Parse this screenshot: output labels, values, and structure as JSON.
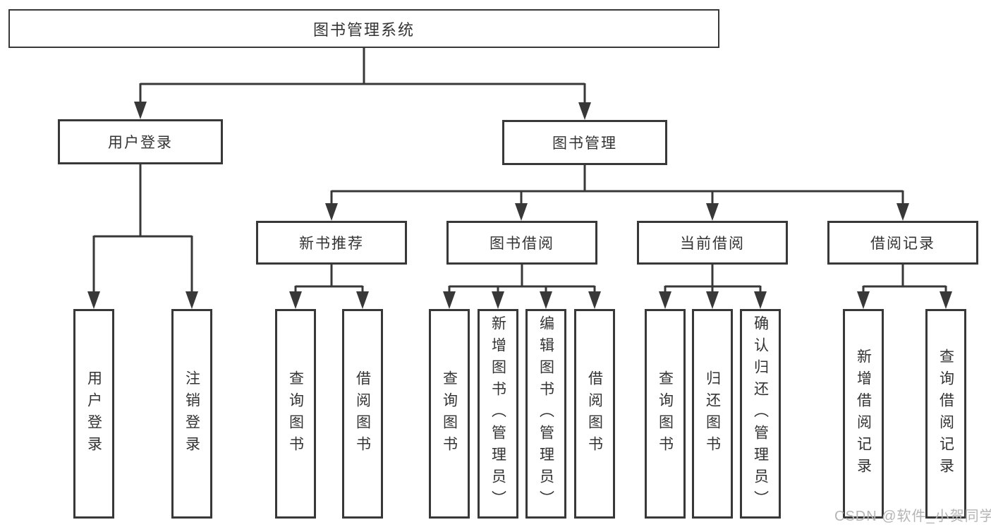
{
  "diagram_title": "图书管理系统",
  "nodes": {
    "root": "图书管理系统",
    "user_login": "用户登录",
    "book_mgmt": "图书管理",
    "new_book_rec": "新书推荐",
    "book_borrow": "图书借阅",
    "current_borrow": "当前借阅",
    "borrow_records": "借阅记录",
    "leaf_user_login": "用户登录",
    "leaf_logout": "注销登录",
    "leaf_nbr_query_books": "查询图书",
    "leaf_nbr_borrow_books": "借阅图书",
    "leaf_bb_query_books": "查询图书",
    "leaf_bb_add_books_admin": "新增图书（管理员）",
    "leaf_bb_edit_books_admin": "编辑图书（管理员）",
    "leaf_bb_borrow_books": "借阅图书",
    "leaf_cb_query_books": "查询图书",
    "leaf_cb_return_books": "归还图书",
    "leaf_cb_confirm_return_admin": "确认归还（管理员）",
    "leaf_br_add_record": "新增借阅记录",
    "leaf_br_query_record": "查询借阅记录"
  },
  "hierarchy": {
    "root": "图书管理系统",
    "children": [
      {
        "label": "用户登录",
        "children": [
          "用户登录",
          "注销登录"
        ]
      },
      {
        "label": "图书管理",
        "children": [
          {
            "label": "新书推荐",
            "children": [
              "查询图书",
              "借阅图书"
            ]
          },
          {
            "label": "图书借阅",
            "children": [
              "查询图书",
              "新增图书（管理员）",
              "编辑图书（管理员）",
              "借阅图书"
            ]
          },
          {
            "label": "当前借阅",
            "children": [
              "查询图书",
              "归还图书",
              "确认归还（管理员）"
            ]
          },
          {
            "label": "借阅记录",
            "children": [
              "新增借阅记录",
              "查询借阅记录"
            ]
          }
        ]
      }
    ]
  },
  "watermark": "CSDN @软件_小贺同学",
  "colors": {
    "line": "#383838",
    "box_border": "#383838",
    "text": "#333333",
    "watermark": "#b5b5b5",
    "background": "#ffffff"
  }
}
